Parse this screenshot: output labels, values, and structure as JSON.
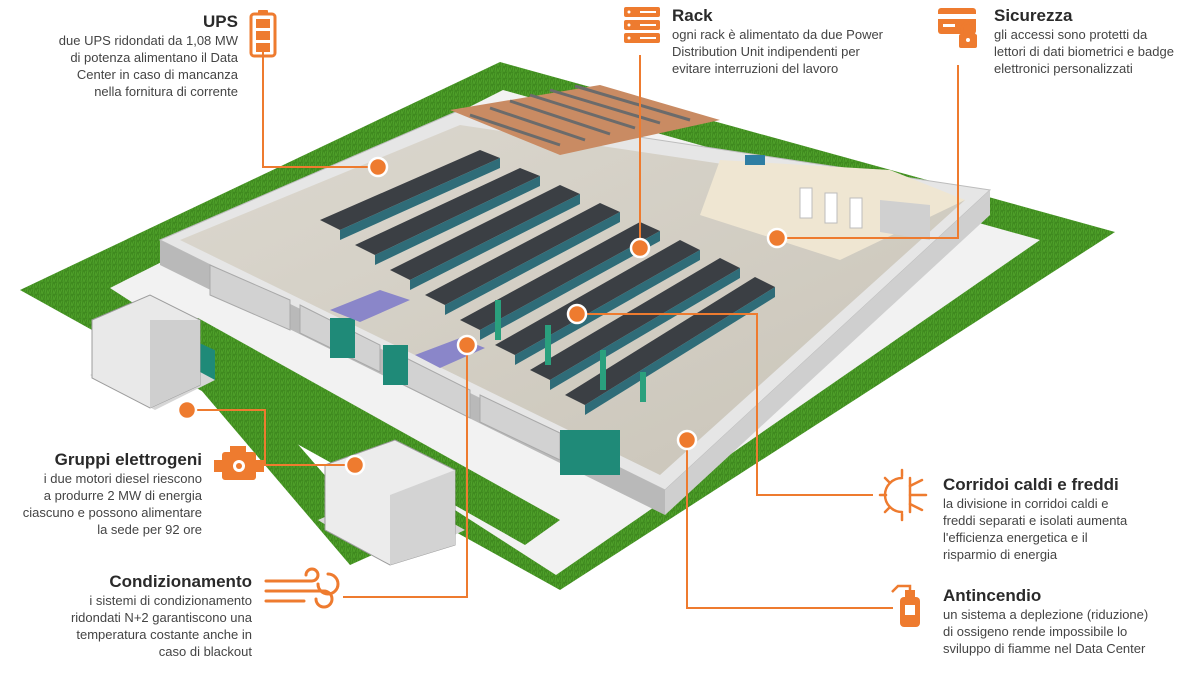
{
  "ups": {
    "title": "UPS",
    "desc": [
      "due UPS ridondati da 1,08 MW",
      "di potenza alimentano il Data",
      "Center in caso di mancanza",
      "nella fornitura di corrente"
    ]
  },
  "rack": {
    "title": "Rack",
    "desc": [
      "ogni rack è alimentato da due Power",
      "Distribution Unit indipendenti per",
      "evitare interruzioni del lavoro"
    ]
  },
  "sicurezza": {
    "title": "Sicurezza",
    "desc": [
      "gli accessi sono protetti da",
      "lettori di dati biometrici e badge",
      "elettronici personalizzati"
    ]
  },
  "gruppi": {
    "title": "Gruppi elettrogeni",
    "desc": [
      "i due motori diesel riescono",
      "a produrre 2 MW di energia",
      "ciascuno e possono alimentare",
      "la sede per 92 ore"
    ]
  },
  "condizionamento": {
    "title": "Condizionamento",
    "desc": [
      "i sistemi di condizionamento",
      "ridondati N+2 garantiscono una",
      "temperatura costante anche in",
      "caso di blackout"
    ]
  },
  "corridoi": {
    "title": "Corridoi caldi e freddi",
    "desc": [
      "la divisione in corridoi caldi e",
      "freddi separati e isolati aumenta",
      "l'efficienza energetica e il",
      "risparmio di energia"
    ]
  },
  "antincendio": {
    "title": "Antincendio",
    "desc": [
      "un sistema a deplezione (riduzione)",
      "di ossigeno rende impossibile lo",
      "sviluppo di fiamme nel Data Center"
    ]
  },
  "colors": {
    "accent": "#ee7b2f",
    "grass": "#3f8a1f",
    "wall": "#e2e2e2",
    "rack": "#3b3f44",
    "rack_top": "#2f6c78",
    "floor": "#d9d4ca"
  },
  "icons": {
    "ups": "battery-icon",
    "rack": "server-rack-icon",
    "sicurezza": "card-lock-icon",
    "gruppi": "engine-icon",
    "condizionamento": "air-flow-icon",
    "corridoi": "sun-snowflake-icon",
    "antincendio": "fire-extinguisher-icon"
  }
}
